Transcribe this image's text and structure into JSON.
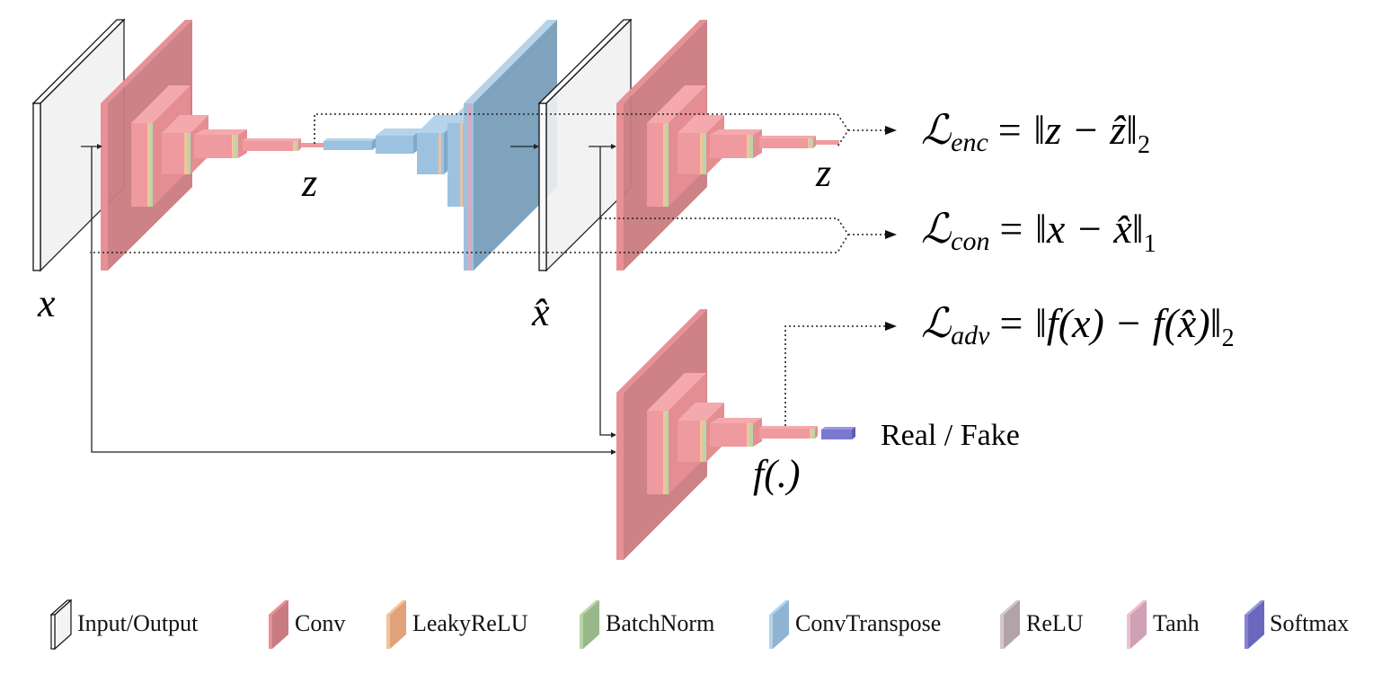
{
  "variables": {
    "x": "x",
    "x_hat": "x̂",
    "z_encoder": "z",
    "z_second": "z",
    "f": "f(.)"
  },
  "output_label": "Real / Fake",
  "losses": {
    "enc": {
      "symbol": "ℒ",
      "subscript": "enc",
      "body": "= ‖z − ẑ‖",
      "norm": "2"
    },
    "con": {
      "symbol": "ℒ",
      "subscript": "con",
      "body": "= ‖x − x̂‖",
      "norm": "1"
    },
    "adv": {
      "symbol": "ℒ",
      "subscript": "adv",
      "body": "= ‖f(x) − f(x̂)‖",
      "norm": "2"
    }
  },
  "legend": [
    {
      "label": "Input/Output",
      "color": "#ffffff",
      "icon": "input-output-swatch"
    },
    {
      "label": "Conv",
      "color": "#d9828a",
      "icon": "conv-swatch"
    },
    {
      "label": "LeakyReLU",
      "color": "#f0b07e",
      "icon": "leakyrelu-swatch"
    },
    {
      "label": "BatchNorm",
      "color": "#a9c99a",
      "icon": "batchnorm-swatch"
    },
    {
      "label": "ConvTranspose",
      "color": "#8fb4d3",
      "icon": "convtranspose-swatch"
    },
    {
      "label": "ReLU",
      "color": "#c2b3b6",
      "icon": "relu-swatch"
    },
    {
      "label": "Tanh",
      "color": "#e0a6bd",
      "icon": "tanh-swatch"
    },
    {
      "label": "Softmax",
      "color": "#7b78cf",
      "icon": "softmax-swatch"
    }
  ],
  "colors": {
    "conv": "#e89096",
    "conv_dark": "#c77076",
    "leaky": "#f3c39a",
    "batchnorm": "#b9d6a8",
    "convtranspose": "#9cc2e0",
    "convtranspose_dark": "#7aa3c2",
    "softmax": "#7b78cf"
  }
}
